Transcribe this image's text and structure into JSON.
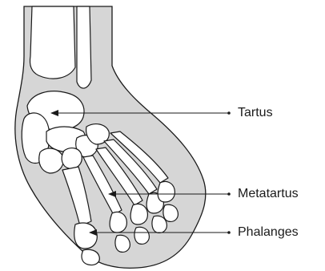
{
  "labels": {
    "tartus": "Tartus",
    "metatartus": "Metatartus",
    "phalanges": "Phalanges"
  },
  "colors": {
    "soft_tissue": "#d6d6d6",
    "bone": "#ffffff",
    "outline": "#1a1a1a",
    "text": "#1a1a1a"
  }
}
